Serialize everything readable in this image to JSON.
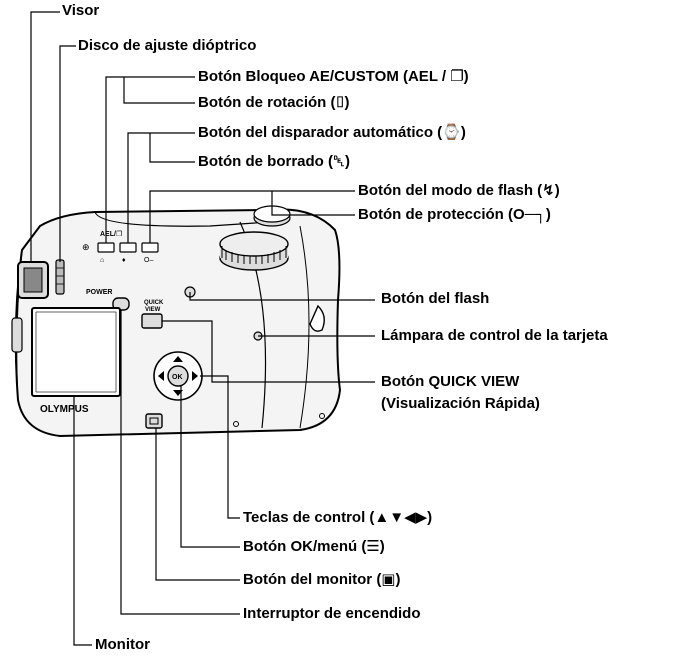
{
  "labels": {
    "visor": "Visor",
    "disco": "Disco de ajuste dióptrico",
    "ael": "Botón Bloqueo AE/CUSTOM (AEL / ❐)",
    "rotacion": "Botón de rotación (⌷)",
    "disparador": "Botón del disparador automático (⌚)",
    "borrado": "Botón de borrado (␡)",
    "flash_modo": "Botón del modo de flash (↯)",
    "proteccion": "Botón de protección (O─┐)",
    "flash": "Botón del flash",
    "lampara": "Lámpara de control de la tarjeta",
    "quick_view_1": "Botón QUICK VIEW",
    "quick_view_2": "(Visualización Rápida)",
    "teclas": "Teclas de control (▲▼◀▶)",
    "ok_menu": "Botón OK/menú (☰)",
    "monitor_btn": "Botón del monitor (▣)",
    "interruptor": "Interruptor de encendido",
    "monitor": "Monitor"
  },
  "camera_text": {
    "brand": "OLYMPUS",
    "power": "POWER",
    "quick_view": "QUICK VIEW",
    "ael_mark": "AEL/❐",
    "ok_mark": "OK"
  }
}
